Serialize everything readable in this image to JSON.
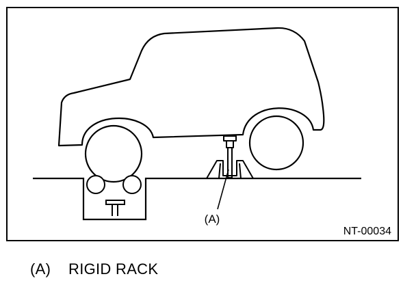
{
  "figure": {
    "callout_label": "(A)",
    "figure_code": "NT-00034"
  },
  "legend": {
    "items": [
      {
        "key": "(A)",
        "text": "RIGID RACK"
      }
    ]
  }
}
